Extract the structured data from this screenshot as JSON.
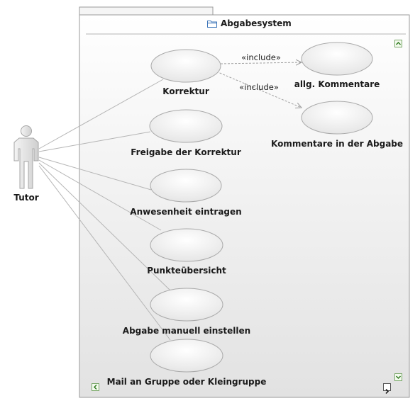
{
  "diagram": {
    "system_title": "Abgabesystem",
    "actor": {
      "name": "Tutor",
      "icon": "actor-stick-figure-icon"
    },
    "use_cases": [
      {
        "id": "uc1",
        "label": "Korrektur"
      },
      {
        "id": "uc2",
        "label": "Freigabe der Korrektur"
      },
      {
        "id": "uc3",
        "label": "Anwesenheit eintragen"
      },
      {
        "id": "uc4",
        "label": "Punkteübersicht"
      },
      {
        "id": "uc5",
        "label": "Abgabe manuell einstellen"
      },
      {
        "id": "uc6",
        "label": "Mail an Gruppe oder Kleingruppe"
      },
      {
        "id": "uc7",
        "label": "allg. Kommentare"
      },
      {
        "id": "uc8",
        "label": "Kommentare in der Abgabe"
      }
    ],
    "relations": [
      {
        "type": "include",
        "label": "«include»",
        "from": "uc1",
        "to": "uc7"
      },
      {
        "type": "include",
        "label": "«include»",
        "from": "uc1",
        "to": "uc8"
      }
    ],
    "colors": {
      "frame_border": "#9a9a9a",
      "gradient_top": "#ffffff",
      "gradient_bottom": "#e3e3e3",
      "ellipse_stroke": "#a9a9a9",
      "association": "#b5b5b5",
      "include_line": "#a0a0a0"
    }
  }
}
